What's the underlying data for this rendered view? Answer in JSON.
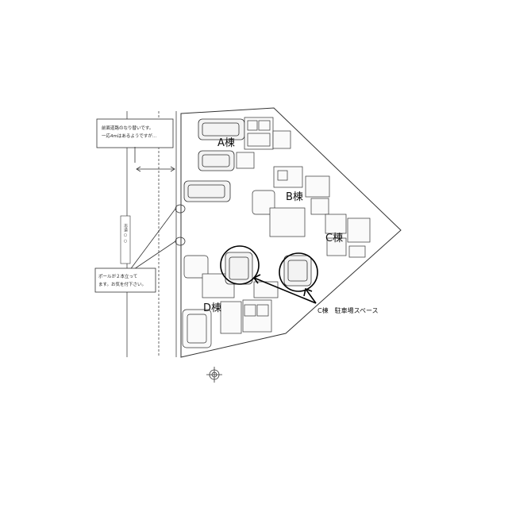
{
  "buildings": {
    "a": "A棟",
    "b": "B棟",
    "c": "C棟",
    "d": "D棟"
  },
  "notes": {
    "frontage": [
      "前面道路のなり替いです。",
      "一応4mはあるようですが…"
    ],
    "poles": [
      "ポールが２本立って",
      "ます。お気を付下さい。"
    ],
    "road_label": "市道 ○ ○"
  },
  "callout": {
    "label": "C棟　駐車場スペース"
  }
}
